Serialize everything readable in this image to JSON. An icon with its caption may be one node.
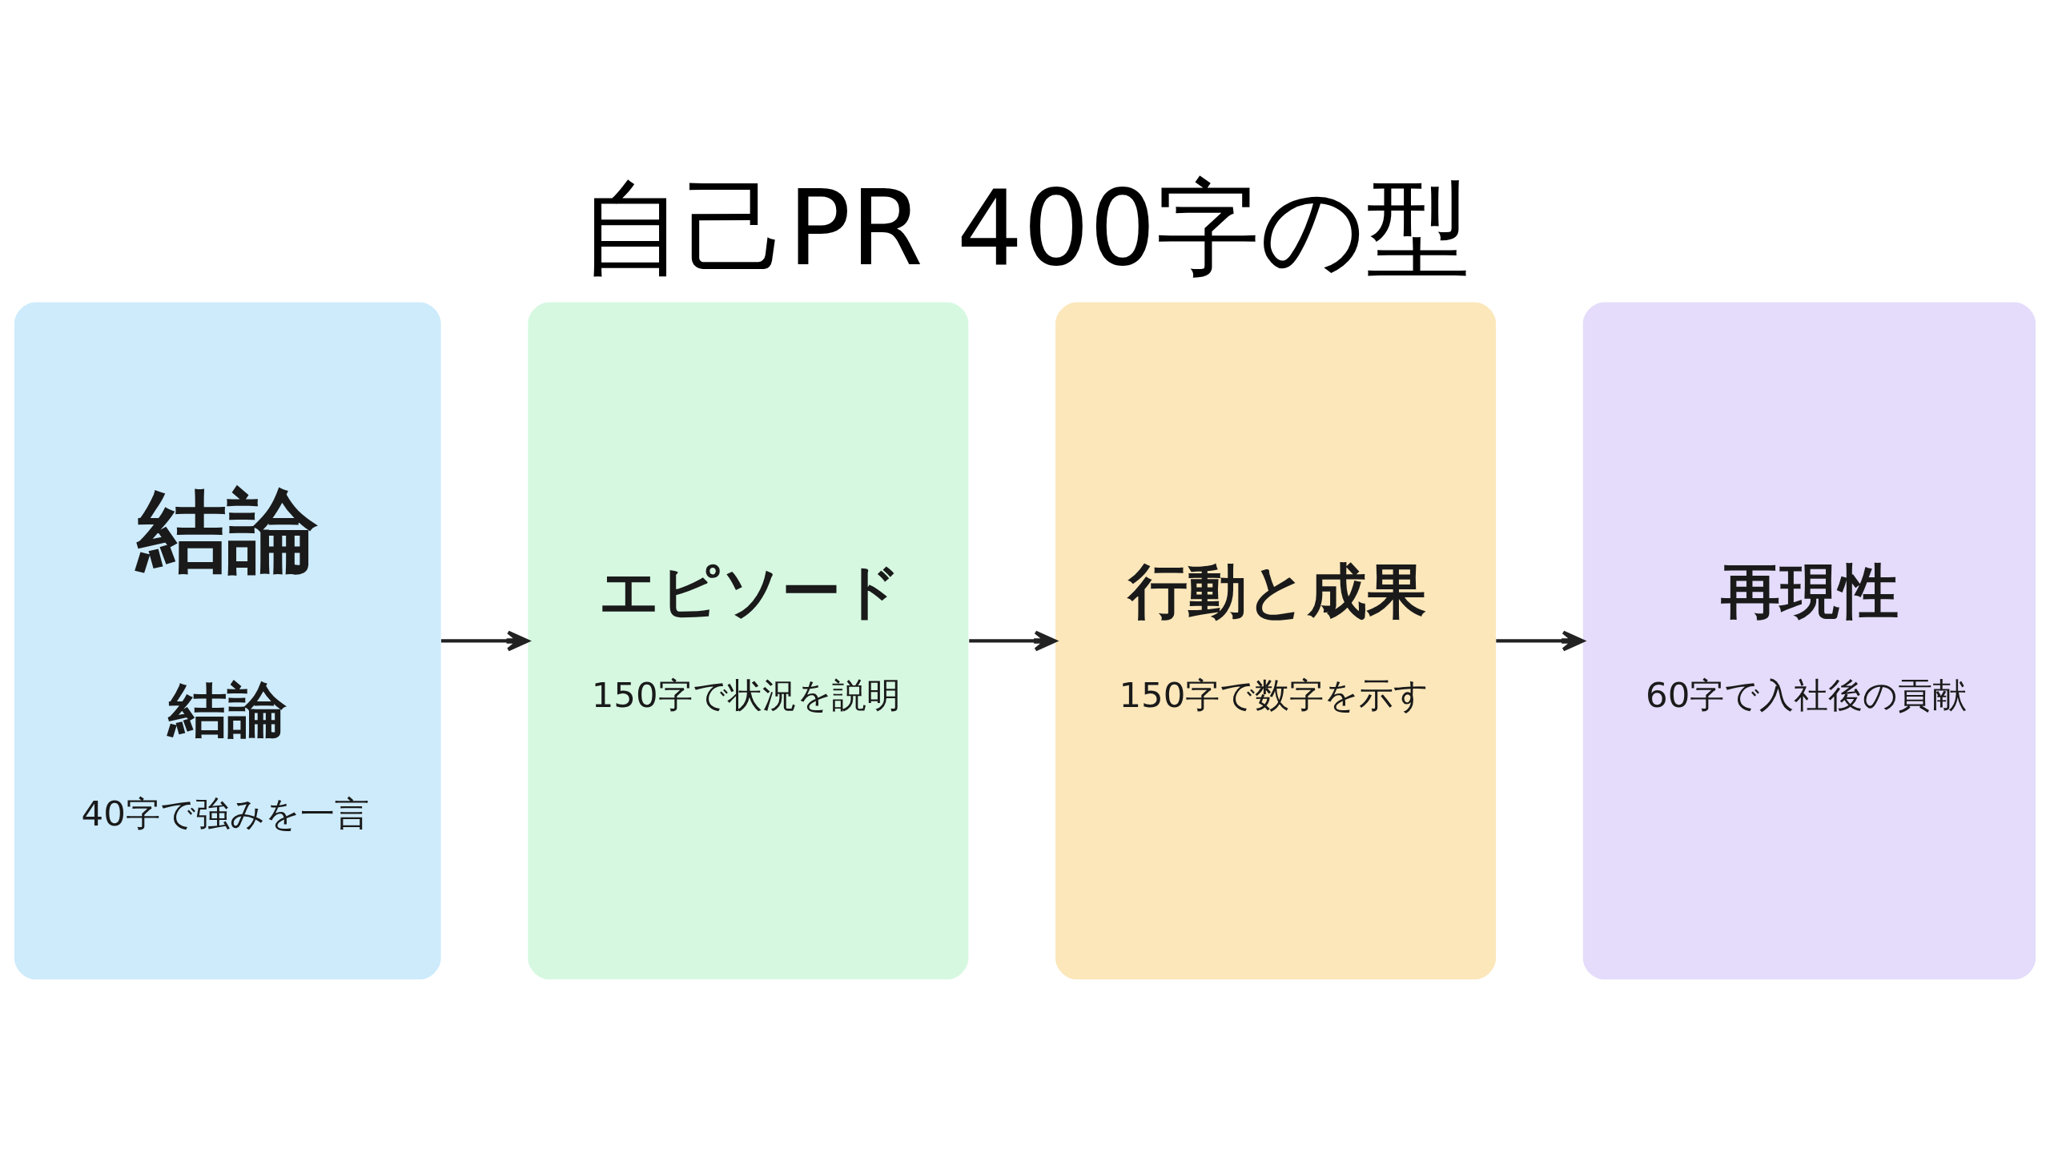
{
  "diagram": {
    "title": "自己PR 400字の型",
    "nodes": [
      {
        "text": [
          "結論",
          "結論",
          "40字で強みを一言"
        ]
      },
      {
        "text": [
          "エピソード",
          "150字で状況を説明"
        ]
      },
      {
        "text": [
          "行動と成果",
          "150字で数字を示す"
        ]
      },
      {
        "text": [
          "再現性",
          "60字で入社後の貢献"
        ]
      }
    ],
    "edges": [
      {
        "from": 0,
        "to": 1,
        "arrow": "to"
      },
      {
        "from": 1,
        "to": 2,
        "arrow": "to"
      },
      {
        "from": 2,
        "to": 3,
        "arrow": "to"
      }
    ]
  }
}
